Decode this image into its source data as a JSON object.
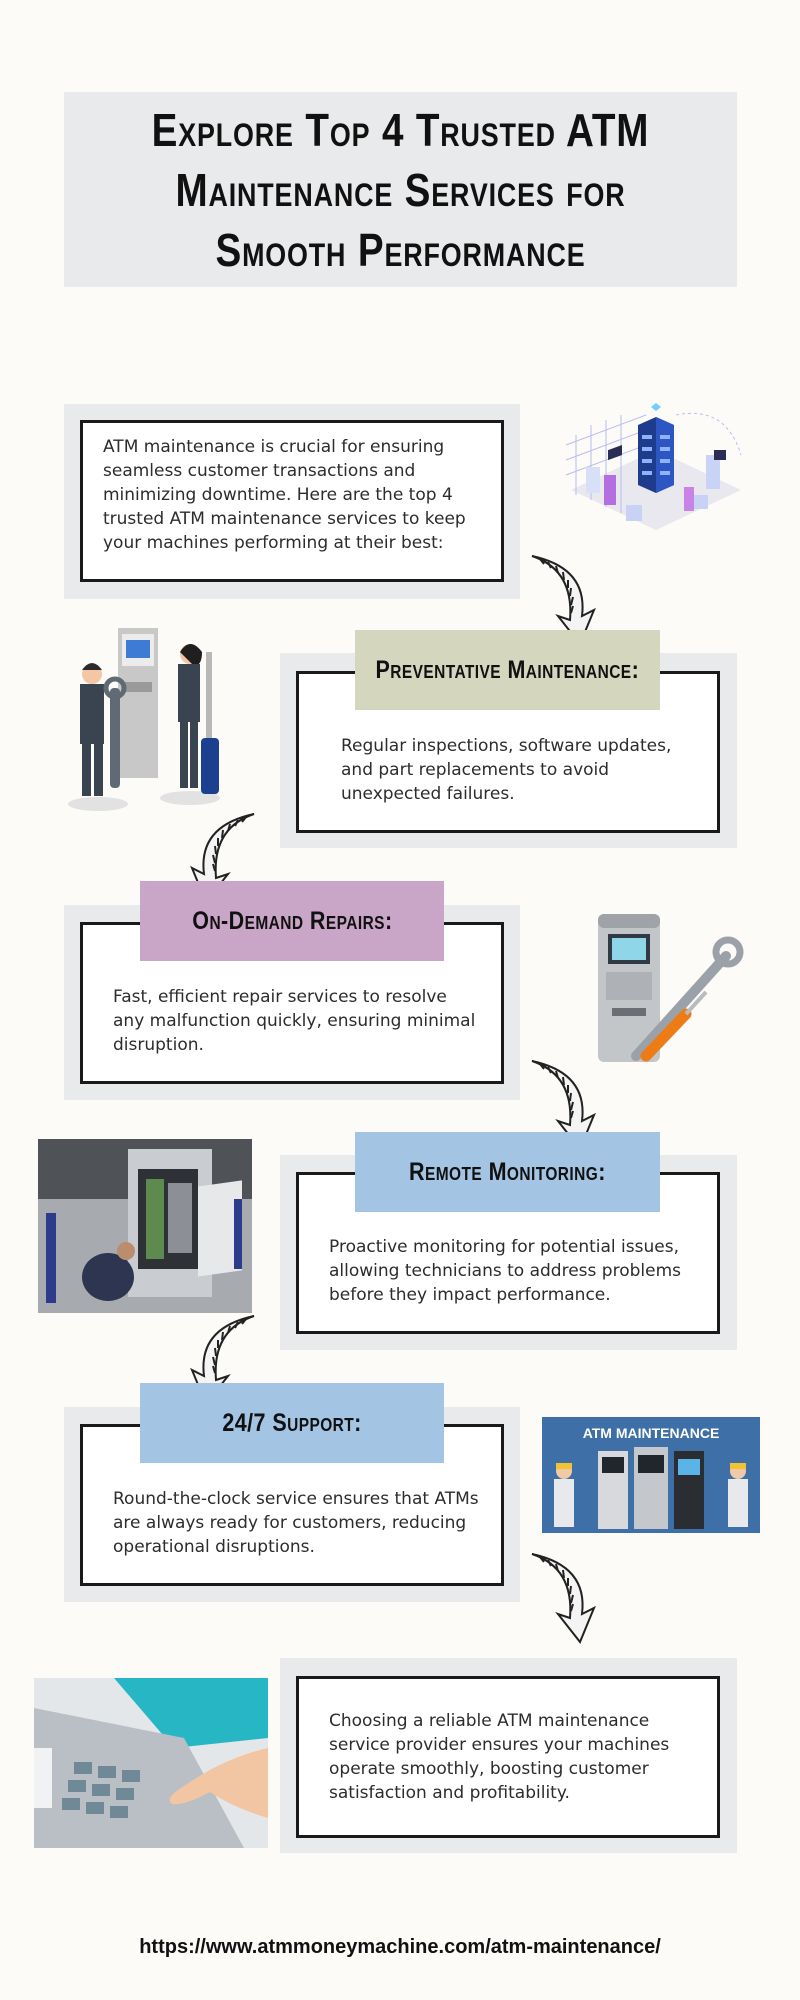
{
  "header": {
    "title": "Explore Top 4 Trusted ATM Maintenance Services for Smooth Performance"
  },
  "intro": {
    "text": "ATM maintenance is crucial for ensuring seamless customer transactions and minimizing downtime. Here are the top 4 trusted ATM maintenance services to keep your machines performing at their best:"
  },
  "services": [
    {
      "title": "Preventative Maintenance:",
      "text": "Regular inspections, software updates, and part replacements to avoid unexpected failures."
    },
    {
      "title": "On-Demand Repairs:",
      "text": "Fast, efficient repair services to resolve any malfunction quickly, ensuring minimal disruption."
    },
    {
      "title": "Remote Monitoring:",
      "text": "Proactive monitoring for potential issues, allowing technicians to address problems before they impact performance."
    },
    {
      "title": "24/7 Support:",
      "text": "Round-the-clock service ensures that ATMs are always ready for customers, reducing operational disruptions."
    }
  ],
  "conclusion": {
    "text": "Choosing a reliable ATM maintenance service provider ensures your machines operate smoothly, boosting customer satisfaction and profitability."
  },
  "banner": {
    "label": "ATM MAINTENANCE"
  },
  "footer": {
    "url": "https://www.atmmoneymachine.com/atm-maintenance/"
  },
  "colors": {
    "panel": "#e9eaeb",
    "label_green": "#d4d6be",
    "label_purple": "#c9a5c8",
    "label_blue": "#a3c4e3",
    "banner_bg": "#3e6fa6"
  }
}
